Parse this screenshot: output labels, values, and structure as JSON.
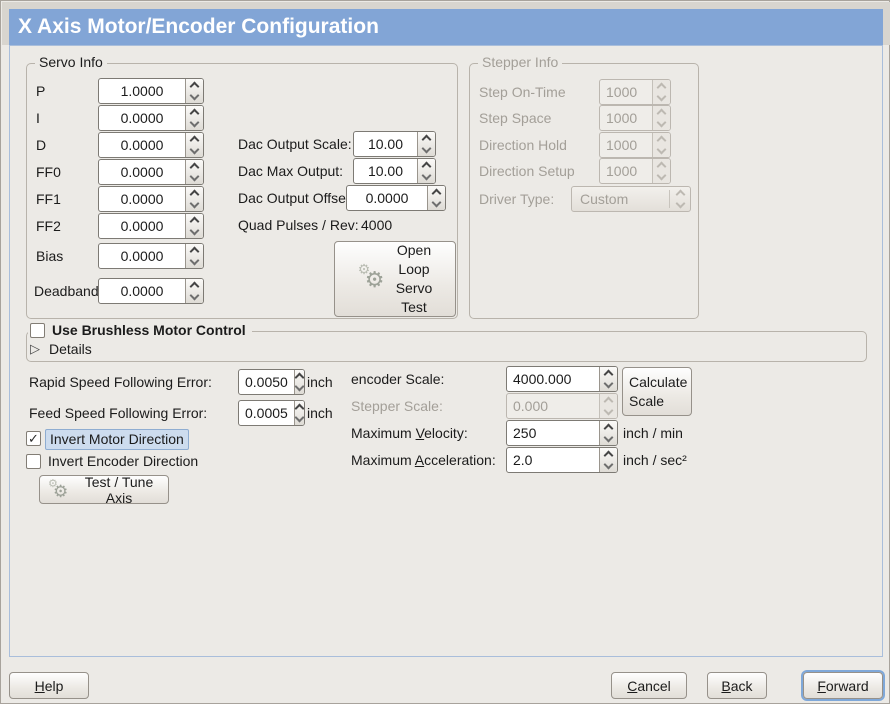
{
  "window": {
    "title": "X Axis Motor/Encoder Configuration"
  },
  "icons": {
    "gears": "⚙",
    "expander": "▷",
    "checkmark": "✓"
  },
  "servo_info": {
    "legend": "Servo Info",
    "rows": [
      {
        "label": "P",
        "value": "1.0000"
      },
      {
        "label": "I",
        "value": "0.0000"
      },
      {
        "label": "D",
        "value": "0.0000"
      },
      {
        "label": "FF0",
        "value": "0.0000"
      },
      {
        "label": "FF1",
        "value": "0.0000"
      },
      {
        "label": "FF2",
        "value": "0.0000"
      },
      {
        "label": "Bias",
        "value": "0.0000"
      },
      {
        "label": "Deadband",
        "value": "0.0000"
      }
    ]
  },
  "dac": {
    "scale_label": "Dac Output Scale:",
    "scale_value": "10.00",
    "max_label": "Dac Max Output:",
    "max_value": "10.00",
    "offset_label": "Dac Output Offset:",
    "offset_value": "0.0000",
    "quad_label": "Quad Pulses / Rev:",
    "quad_value": "4000",
    "open_loop_button": "Open\nLoop\nServo\nTest"
  },
  "stepper_info": {
    "legend": "Stepper Info",
    "rows": [
      {
        "label": "Step On-Time",
        "value": "1000"
      },
      {
        "label": "Step Space",
        "value": "1000"
      },
      {
        "label": "Direction Hold",
        "value": "1000"
      },
      {
        "label": "Direction Setup",
        "value": "1000"
      }
    ],
    "driver_label": "Driver Type:",
    "driver_value": "Custom"
  },
  "brushless": {
    "checkbox_label": "Use Brushless Motor Control",
    "details_label": "Details"
  },
  "following_error": {
    "rapid_label": "Rapid Speed Following Error:",
    "rapid_value": "0.0050",
    "rapid_unit": "inch",
    "feed_label": "Feed Speed Following Error:",
    "feed_value": "0.0005",
    "feed_unit": "inch"
  },
  "scales": {
    "encoder_label": "encoder Scale:",
    "encoder_value": "4000.000",
    "calculate_button": "Calculate Scale",
    "stepper_label": "Stepper Scale:",
    "stepper_value": "0.000",
    "velocity_label": {
      "text": "Maximum Velocity:",
      "m": 8
    },
    "velocity_value": "250",
    "velocity_unit": "inch / min",
    "accel_label": {
      "text": "Maximum Acceleration:",
      "m": 8
    },
    "accel_value": "2.0",
    "accel_unit": "inch / sec²"
  },
  "direction": {
    "invert_motor_label": "Invert Motor Direction",
    "invert_encoder_label": "Invert Encoder Direction",
    "test_button": "Test / Tune Axis"
  },
  "footer": {
    "help": {
      "text": "Help",
      "m": 0
    },
    "cancel": {
      "text": "Cancel",
      "m": 0
    },
    "back": {
      "text": "Back",
      "m": 0
    },
    "forward": {
      "text": "Forward",
      "m": 0
    }
  }
}
